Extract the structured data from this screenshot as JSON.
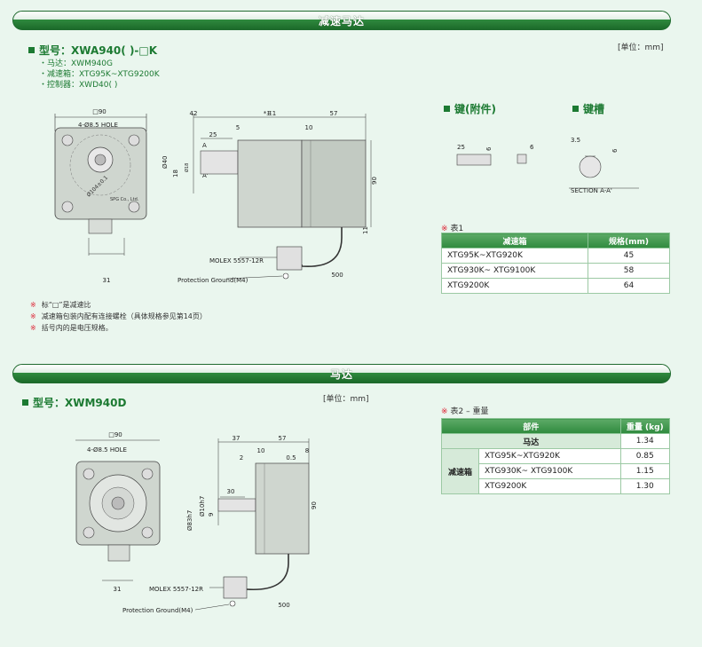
{
  "section1": {
    "banner": "减速马达",
    "model": "型号：XWA940( )-□K",
    "subs": [
      "・马达：XWM940G",
      "・减速箱：XTG95K~XTG9200K",
      "・控制器：XWD40( )"
    ],
    "unit": "[单位：mm]",
    "drawing": {
      "front": {
        "width_label": "□90",
        "hole_label": "4-Ø8.5 HOLE",
        "pcd_label": "Ø104±0.1",
        "bottom_dim": "31",
        "brand": "SPG Co., Ltd."
      },
      "side": {
        "d42": "42",
        "dE1": "*표1",
        "d57": "57",
        "d25": "25",
        "d5": "5",
        "d10": "10",
        "d18": "18",
        "dphi40": "Ø40",
        "dphi18": "Ø18",
        "d90": "90",
        "d11": "11",
        "d500": "500",
        "a_mark": "A",
        "a2_mark": "A'"
      },
      "molex": "MOLEX 5557-12R",
      "ground": "Protection Ground(M4)"
    },
    "notes": [
      "标“□”是减速比",
      "减速箱包装内配有连接螺栓（具体规格参见第14页）",
      "括号内的是电压规格。"
    ],
    "key_title": "键(附件)",
    "keyslot_title": "键槽",
    "key_dims": {
      "k25": "25",
      "k6a": "6",
      "k6b": "6",
      "k35": "3.5",
      "k6c": "6",
      "section": "SECTION A-A'"
    },
    "table1": {
      "label": "表1",
      "headers": [
        "减速箱",
        "规格(mm)"
      ],
      "rows": [
        [
          "XTG95K~XTG920K",
          "45"
        ],
        [
          "XTG930K~ XTG9100K",
          "58"
        ],
        [
          "XTG9200K",
          "64"
        ]
      ]
    }
  },
  "section2": {
    "banner": "马达",
    "model": "型号：XWM940D",
    "unit": "[单位：mm]",
    "drawing": {
      "front": {
        "width_label": "□90",
        "hole_label": "4-Ø8.5 HOLE",
        "bottom_dim": "31"
      },
      "side": {
        "d37": "37",
        "d57": "57",
        "d2": "2",
        "d10": "10",
        "d05": "0.5",
        "d8": "8",
        "d30": "30",
        "d90": "90",
        "d500": "500",
        "d83": "Ø83h7",
        "d10h": "Ø10h7",
        "d9": "9"
      },
      "molex": "MOLEX 5557-12R",
      "ground": "Protection Ground(M4)"
    },
    "table2": {
      "label": "表2 – 重量",
      "headers": [
        "部件",
        "重量 (kg)"
      ],
      "motor_label": "马达",
      "motor_weight": "1.34",
      "group_label": "减速箱",
      "rows": [
        [
          "XTG95K~XTG920K",
          "0.85"
        ],
        [
          "XTG930K~ XTG9100K",
          "1.15"
        ],
        [
          "XTG9200K",
          "1.30"
        ]
      ]
    }
  }
}
